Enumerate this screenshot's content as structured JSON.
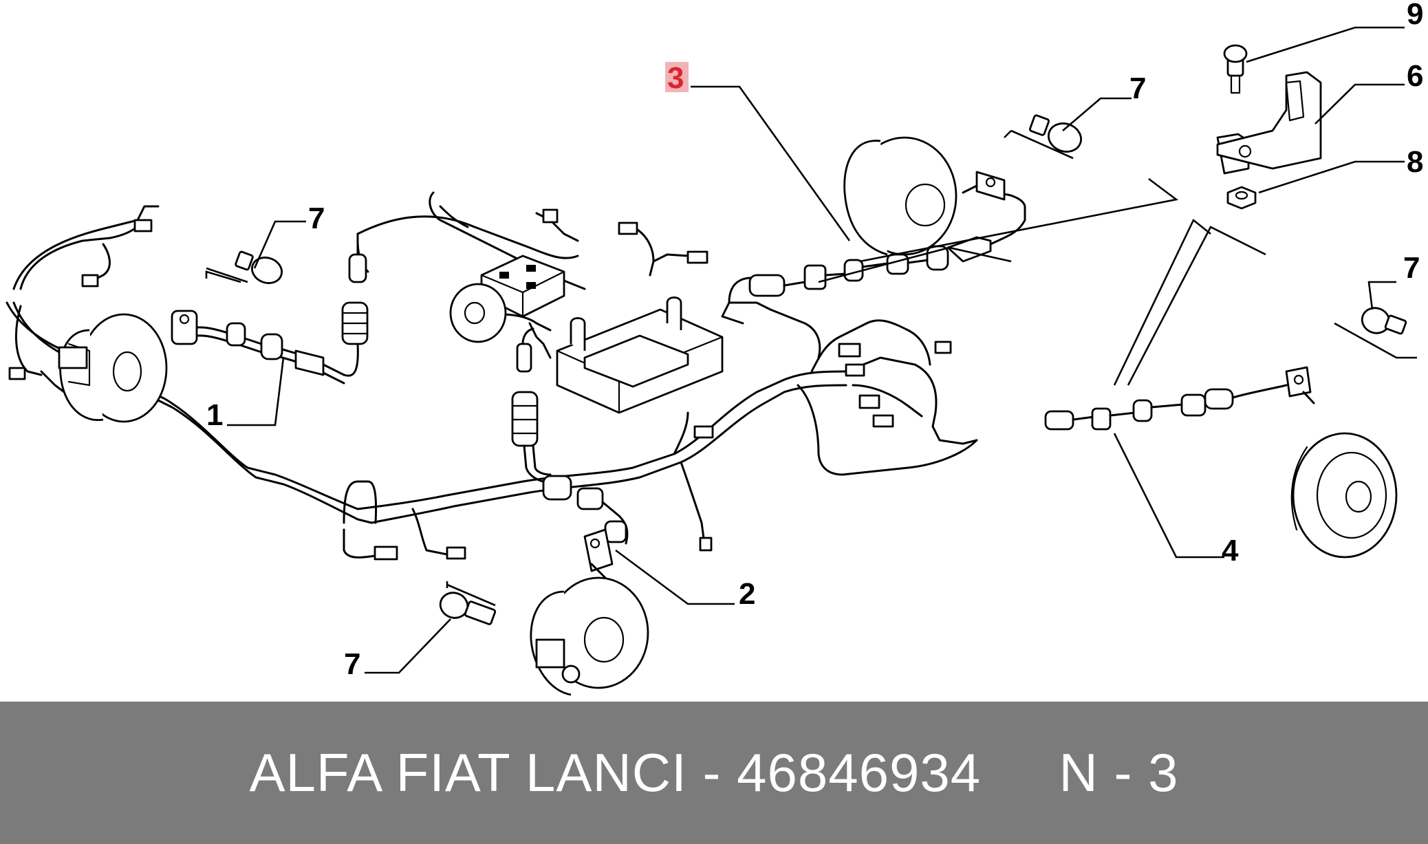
{
  "diagram": {
    "callouts": [
      {
        "id": "c1",
        "label": "1"
      },
      {
        "id": "c2",
        "label": "2"
      },
      {
        "id": "c3",
        "label": "3",
        "highlighted": true
      },
      {
        "id": "c4",
        "label": "4"
      },
      {
        "id": "c6",
        "label": "6"
      },
      {
        "id": "c7a",
        "label": "7"
      },
      {
        "id": "c7b",
        "label": "7"
      },
      {
        "id": "c7c",
        "label": "7"
      },
      {
        "id": "c7d",
        "label": "7"
      },
      {
        "id": "c8",
        "label": "8"
      },
      {
        "id": "c9",
        "label": "9"
      }
    ],
    "highlight_color": "#d9262e"
  },
  "footer": {
    "caption": "ALFA FIAT LANCI - 46846934     N - 3",
    "background": "#7b7b7b",
    "text_color": "#ffffff"
  }
}
